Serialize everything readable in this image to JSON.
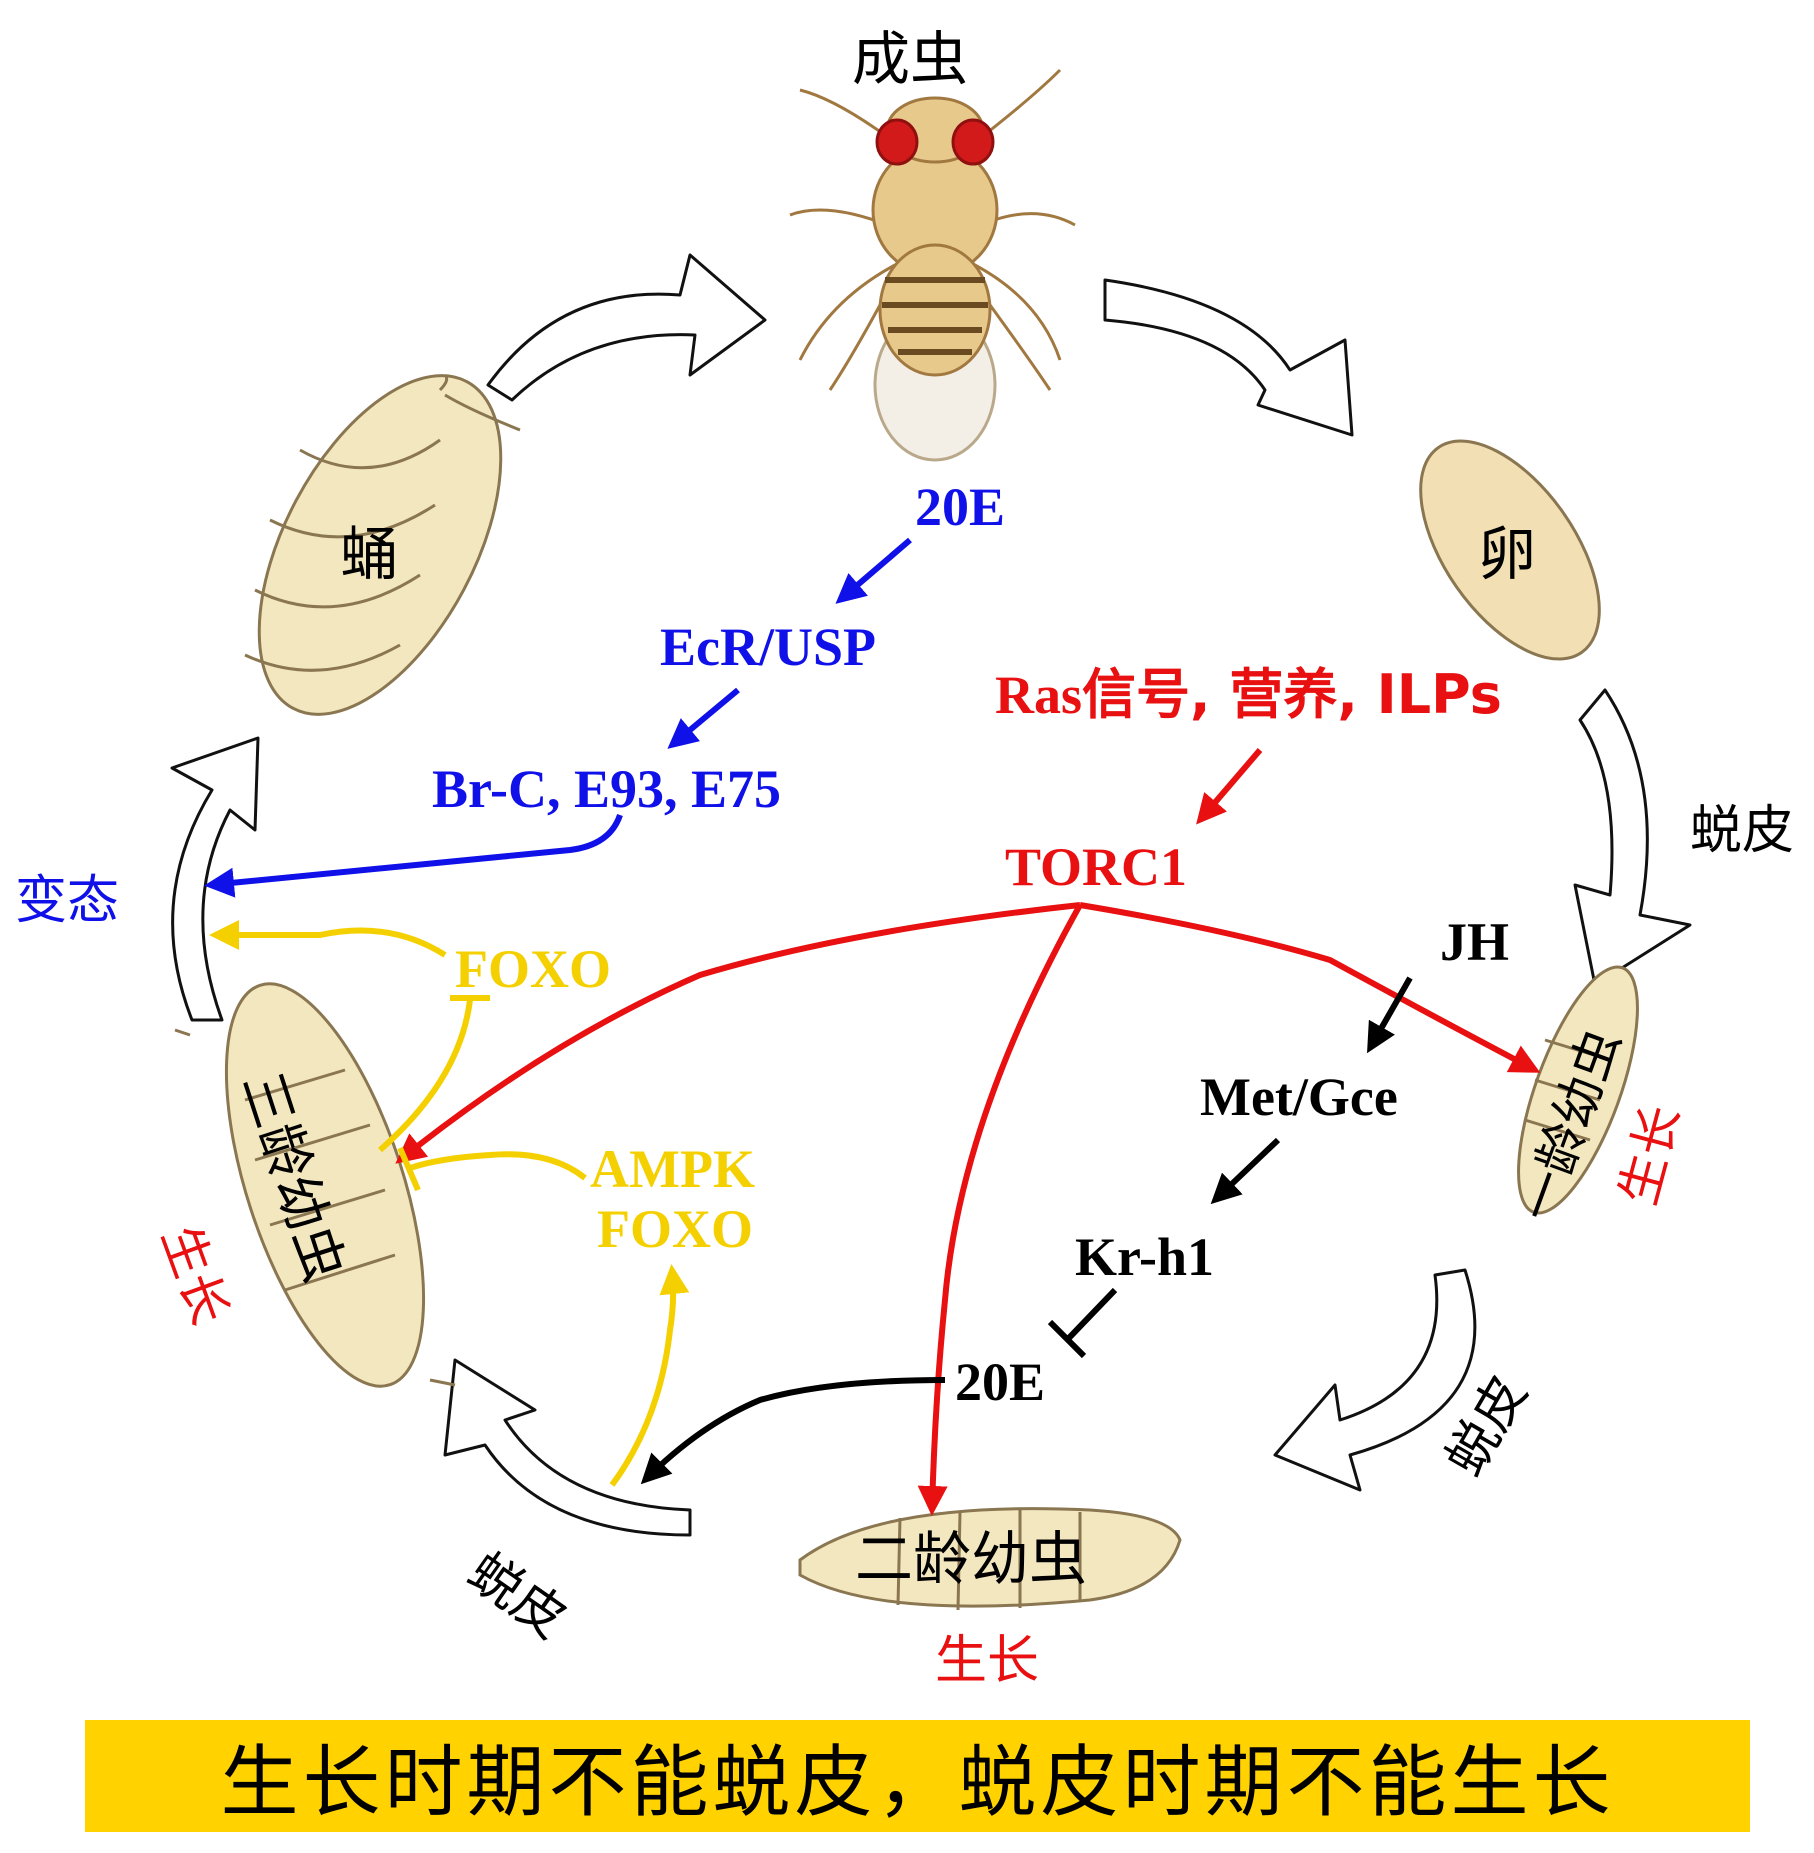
{
  "stages": {
    "adult": "成虫",
    "egg": "卵",
    "pupa": "蛹",
    "larva1": "一龄幼虫",
    "larva2": "二龄幼虫",
    "larva3": "三龄幼虫"
  },
  "molting": {
    "right_upper": "蜕皮",
    "right_lower": "蜕皮",
    "bottom_left": "蜕皮"
  },
  "growth": {
    "larva1": "生长",
    "larva2": "生长",
    "larva3": "生长"
  },
  "pathways": {
    "ecdysone_top": "20E",
    "receptor": "EcR/USP",
    "targets": "Br-C, E93, E75",
    "metamorphosis": "变态",
    "signals_prefix": "Ras",
    "signals_rest": "信号, 营养, ILPs",
    "torc1": "TORC1",
    "jh": "JH",
    "met": "Met/Gce",
    "krh1": "Kr-h1",
    "ecdysone_mid": "20E",
    "foxo_top": "FOXO",
    "ampk": "AMPK",
    "foxo_bottom": "FOXO"
  },
  "banner": "生长时期不能蜕皮，蜕皮时期不能生长",
  "colors": {
    "blue": "#1010e8",
    "red": "#e81010",
    "gold": "#f5d000",
    "black": "#000000",
    "banner": "#ffd200",
    "larva_fill": "#f3e7c0",
    "adult_fill": "#e8c98c",
    "eye": "#d21a1a"
  }
}
